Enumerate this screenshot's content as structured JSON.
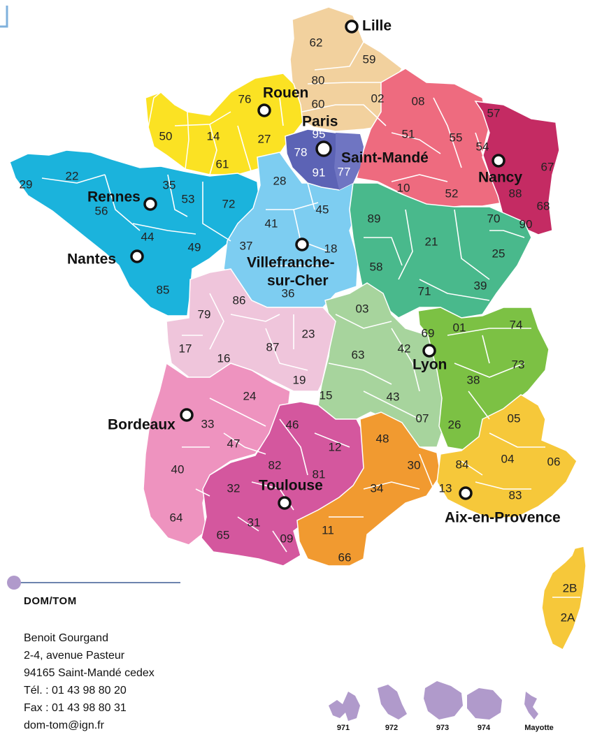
{
  "colors": {
    "north": "#f2d19e",
    "normandy": "#fbe223",
    "west": "#1bb3dc",
    "west_light": "#4cc3ea",
    "centre": "#7dcdf1",
    "idf_dark": "#5c63b5",
    "idf_mid": "#6f75c2",
    "east_pink": "#ee6b7f",
    "east_dark": "#c42b63",
    "burgundy": "#49b98c",
    "auvergne_light": "#a7d49d",
    "alps_green": "#7cc144",
    "limousin": "#efc5db",
    "aquitaine": "#ee93bf",
    "midi": "#d4579e",
    "languedoc": "#f19a30",
    "paca": "#f6c83a",
    "dom": "#b09acb",
    "legend_line": "#3d5c93",
    "legend_dot": "#b09acb"
  },
  "departments": [
    "62",
    "59",
    "80",
    "02",
    "60",
    "76",
    "50",
    "14",
    "27",
    "61",
    "95",
    "78",
    "91",
    "77",
    "08",
    "51",
    "55",
    "57",
    "54",
    "67",
    "10",
    "52",
    "88",
    "68",
    "29",
    "22",
    "35",
    "56",
    "53",
    "72",
    "44",
    "49",
    "85",
    "28",
    "41",
    "45",
    "37",
    "18",
    "36",
    "89",
    "21",
    "70",
    "90",
    "25",
    "58",
    "71",
    "39",
    "03",
    "69",
    "01",
    "74",
    "42",
    "73",
    "63",
    "38",
    "79",
    "86",
    "17",
    "16",
    "87",
    "23",
    "19",
    "24",
    "33",
    "47",
    "40",
    "64",
    "15",
    "43",
    "07",
    "26",
    "05",
    "04",
    "06",
    "48",
    "46",
    "12",
    "82",
    "81",
    "32",
    "31",
    "65",
    "09",
    "30",
    "34",
    "11",
    "66",
    "84",
    "13",
    "83",
    "2B",
    "2A"
  ],
  "cities": [
    {
      "label": "Lille"
    },
    {
      "label": "Rouen"
    },
    {
      "label": "Paris"
    },
    {
      "label": "Saint-Mandé"
    },
    {
      "label": "Nancy"
    },
    {
      "label": "Rennes"
    },
    {
      "label": "Nantes"
    },
    {
      "label": "Villefranche-",
      "label2": "sur-Cher"
    },
    {
      "label": "Lyon"
    },
    {
      "label": "Bordeaux"
    },
    {
      "label": "Toulouse"
    },
    {
      "label": "Aix-en-Provence"
    }
  ],
  "legend": {
    "title": "DOM/TOM",
    "lines": [
      "Benoit Gourgand",
      "2-4, avenue Pasteur",
      "94165 Saint-Mandé cedex",
      "Tél. : 01 43 98 80 20",
      "Fax : 01 43 98 80 31",
      "dom-tom@ign.fr"
    ]
  },
  "overseas": [
    "971",
    "972",
    "973",
    "974",
    "Mayotte"
  ]
}
